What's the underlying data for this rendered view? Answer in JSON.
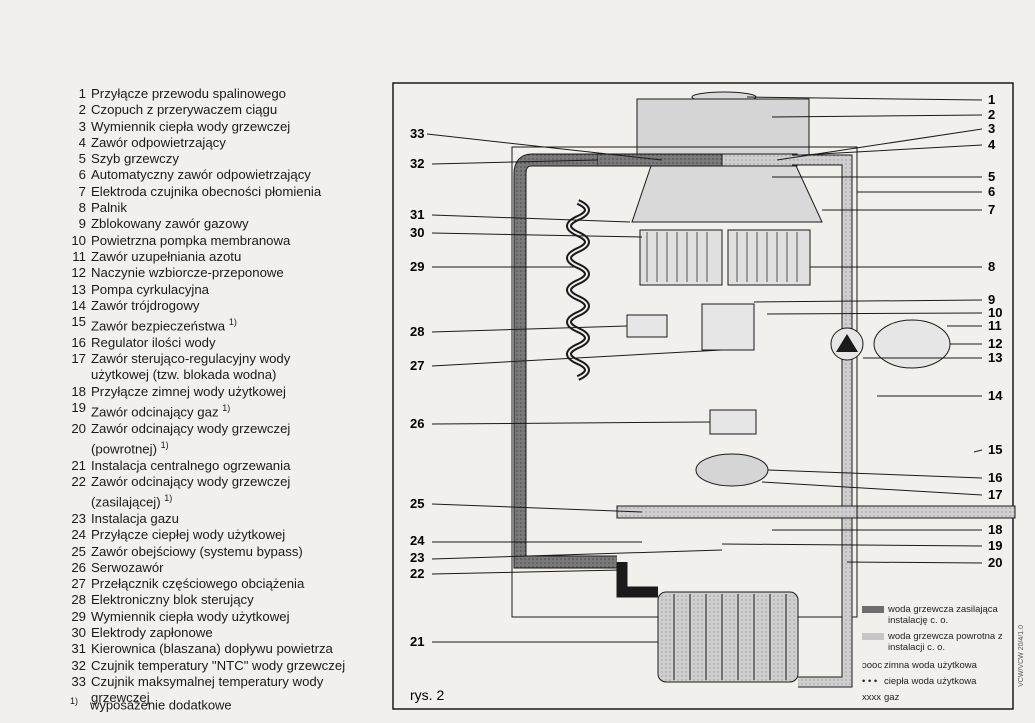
{
  "legend": {
    "items": [
      {
        "num": "1",
        "text": "Przyłącze przewodu spalinowego"
      },
      {
        "num": "2",
        "text": "Czopuch z przerywaczem ciągu"
      },
      {
        "num": "3",
        "text": "Wymiennik ciepła wody grzewczej"
      },
      {
        "num": "4",
        "text": "Zawór odpowietrzający"
      },
      {
        "num": "5",
        "text": "Szyb grzewczy"
      },
      {
        "num": "6",
        "text": "Automatyczny zawór odpowietrzający"
      },
      {
        "num": "7",
        "text": "Elektroda czujnika obecności płomienia"
      },
      {
        "num": "8",
        "text": "Palnik"
      },
      {
        "num": "9",
        "text": "Zblokowany zawór gazowy"
      },
      {
        "num": "10",
        "text": "Powietrzna pompka membranowa"
      },
      {
        "num": "11",
        "text": "Zawór uzupełniania azotu"
      },
      {
        "num": "12",
        "text": "Naczynie wzbiorcze-przeponowe"
      },
      {
        "num": "13",
        "text": "Pompa cyrkulacyjna"
      },
      {
        "num": "14",
        "text": "Zawór trójdrogowy"
      },
      {
        "num": "15",
        "text": "Zawór bezpieczeństwa",
        "note": "1)"
      },
      {
        "num": "16",
        "text": "Regulator ilości wody"
      },
      {
        "num": "17",
        "text": "Zawór sterująco-regulacyjny wody",
        "text2": "użytkowej (tzw. blokada wodna)"
      },
      {
        "num": "18",
        "text": "Przyłącze zimnej wody użytkowej"
      },
      {
        "num": "19",
        "text": "Zawór odcinający gaz",
        "note": "1)"
      },
      {
        "num": "20",
        "text": "Zawór odcinający wody grzewczej",
        "text2": "(powrotnej)",
        "note2": "1)"
      },
      {
        "num": "21",
        "text": "Instalacja centralnego ogrzewania"
      },
      {
        "num": "22",
        "text": "Zawór odcinający wody grzewczej",
        "text2": "(zasilającej)",
        "note2": "1)"
      },
      {
        "num": "23",
        "text": "Instalacja gazu"
      },
      {
        "num": "24",
        "text": "Przyłącze ciepłej wody użytkowej"
      },
      {
        "num": "25",
        "text": "Zawór obejściowy (systemu bypass)"
      },
      {
        "num": "26",
        "text": "Serwozawór"
      },
      {
        "num": "27",
        "text": "Przełącznik częściowego obciążenia"
      },
      {
        "num": "28",
        "text": "Elektroniczny blok sterujący"
      },
      {
        "num": "29",
        "text": "Wymiennik ciepła wody użytkowej"
      },
      {
        "num": "30",
        "text": "Elektrody zapłonowe"
      },
      {
        "num": "31",
        "text": "Kierownica (blaszana) dopływu powietrza"
      },
      {
        "num": "32",
        "text": "Czujnik temperatury \"NTC\" wody grzewczej"
      },
      {
        "num": "33",
        "text": "Czujnik maksymalnej temperatury wody",
        "text2": "grzewczej"
      }
    ]
  },
  "footnote": {
    "mark": "1)",
    "text": "wyposażenie dodatkowe"
  },
  "diagram": {
    "caption": "rys. 2",
    "code": "VCW/VCW 20/4/1.0",
    "labels_right": [
      "1",
      "2",
      "3",
      "4",
      "5",
      "6",
      "7",
      "8",
      "9",
      "10",
      "11",
      "12",
      "13",
      "14",
      "15",
      "16",
      "17",
      "18",
      "19",
      "20"
    ],
    "labels_left": [
      "33",
      "32",
      "31",
      "30",
      "29",
      "28",
      "27",
      "26",
      "25",
      "24",
      "23",
      "22",
      "21"
    ],
    "key": [
      {
        "text": "woda grzewcza zasilająca",
        "text2": "instalację c. o."
      },
      {
        "text": "woda grzewcza powrotna z",
        "text2": "instalacji c. o."
      },
      {
        "symbol": "ↄooc",
        "text": "zimna woda użytkowa"
      },
      {
        "symbol": "• • •",
        "text": "ciepła woda użytkowa"
      },
      {
        "symbol": "xxxx",
        "text": "gaz"
      }
    ],
    "colors": {
      "supply": "#6e6e6e",
      "return": "#bdbdbd",
      "line": "#1a1a1a",
      "paper": "#f1f0ec"
    }
  }
}
